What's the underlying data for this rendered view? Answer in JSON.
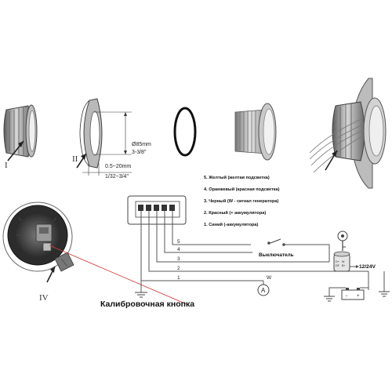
{
  "parts": {
    "label_i": "I",
    "label_ii": "II",
    "label_iv": "IV"
  },
  "dimensions": {
    "diameter_mm": "Ø85mm",
    "diameter_in": "3-3/8\"",
    "thickness_mm": "0.5~20mm",
    "thickness_in": "1/32~3/4\""
  },
  "legend": [
    "5. Желтый (желтая подсветка)",
    "4. Оранжевый  (красная подсветка)",
    "3. Черный (W - сигнал генератора)",
    "2. Красный (+ аккумулятора)",
    "1. Синий (-аккумулятора)"
  ],
  "wiring": {
    "wire_numbers": [
      "5",
      "4",
      "3",
      "2",
      "1"
    ],
    "switch_label": "Выключатель",
    "voltage_label": "12/24V",
    "ammeter_symbol": "A",
    "w_terminal": "W",
    "alternator_terminals": [
      "D+",
      "W",
      "DF",
      "B+"
    ]
  },
  "calibration_label": "Калибровочная кнопка",
  "colors": {
    "line": "#555555",
    "arrow": "#222222",
    "red_pointer": "#d04040",
    "part_gray": "#8a8a8a"
  }
}
